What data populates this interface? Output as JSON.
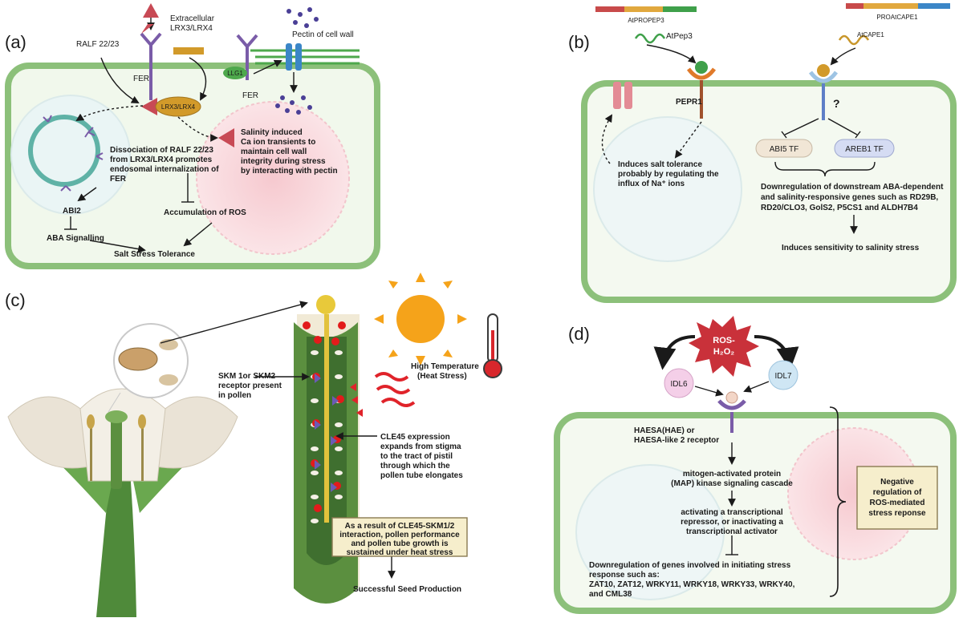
{
  "panel_a": {
    "label": "(a)",
    "ralf": "RALF 22/23",
    "extracellular_1": "Extracellular",
    "extracellular_2": "LRX3/LRX4",
    "pectin": "Pectin of cell wall",
    "llg1": "LLG1",
    "fer_top": "FER",
    "fer_right": "FER",
    "lrx": "LRX3/LRX4",
    "salinity": [
      "Salinity induced",
      "Ca ion transients to",
      "maintain cell wall",
      "integrity during stress",
      "by interacting with pectin"
    ],
    "dissociation": [
      "Dissociation of RALF 22/23",
      "from LRX3/LRX4 promotes",
      "endosomal internalization of",
      "FER"
    ],
    "abi2": "ABI2",
    "ros": "Accumulation of ROS",
    "aba": "ABA Signalling",
    "salt": "Salt Stress Tolerance"
  },
  "panel_b": {
    "label": "(b)",
    "propep": "AtPROPEP3",
    "pep3": "AtPep3",
    "procape": "PROAtCAPE1",
    "cape": "AtCAPE1",
    "pepr1": "PEPR1",
    "question": "?",
    "abi5": "ABI5 TF",
    "areb1": "AREB1 TF",
    "induces_salt": [
      "Induces salt tolerance",
      "probably by regulating the",
      "influx of Na⁺ ions"
    ],
    "downreg": [
      "Downregulation of downstream ABA-dependent",
      "and salinity-responsive genes such as RD29B,",
      "RD20/CLO3, GolS2, P5CS1 and ALDH7B4"
    ],
    "sensitivity": "Induces sensitivity to salinity stress"
  },
  "panel_c": {
    "label": "(c)",
    "skm": [
      "SKM 1or SKM2",
      "receptor present",
      "in pollen"
    ],
    "high_temp": [
      "High Temperature",
      "(Heat Stress)"
    ],
    "cle45": [
      "CLE45 expression",
      "expands from stigma",
      "to the tract of pistil",
      "through which the",
      "pollen tube elongates"
    ],
    "result": [
      "As a result of CLE45-SKM1/2",
      "interaction, pollen performance",
      "and pollen tube growth is",
      "sustained under heat stress"
    ],
    "seed": "Successful Seed Production"
  },
  "panel_d": {
    "label": "(d)",
    "ros": "ROS-",
    "h2o2": "H₂O₂",
    "idl6": "IDL6",
    "idl7": "IDL7",
    "haesa": [
      "HAESA(HAE) or",
      "HAESA-like 2 receptor"
    ],
    "map": [
      "mitogen-activated protein",
      "(MAP) kinase signaling cascade"
    ],
    "activating": [
      "activating a transcriptional",
      "repressor, or inactivating a",
      "transcriptional activator"
    ],
    "downreg": [
      "Downregulation of genes involved in initiating stress",
      "response such as:",
      "ZAT10, ZAT12, WRKY11, WRKY18, WRKY33, WRKY40,",
      "and CML38"
    ],
    "negative": [
      "Negative",
      "regulation of",
      "ROS-mediated",
      "stress reponse"
    ]
  }
}
